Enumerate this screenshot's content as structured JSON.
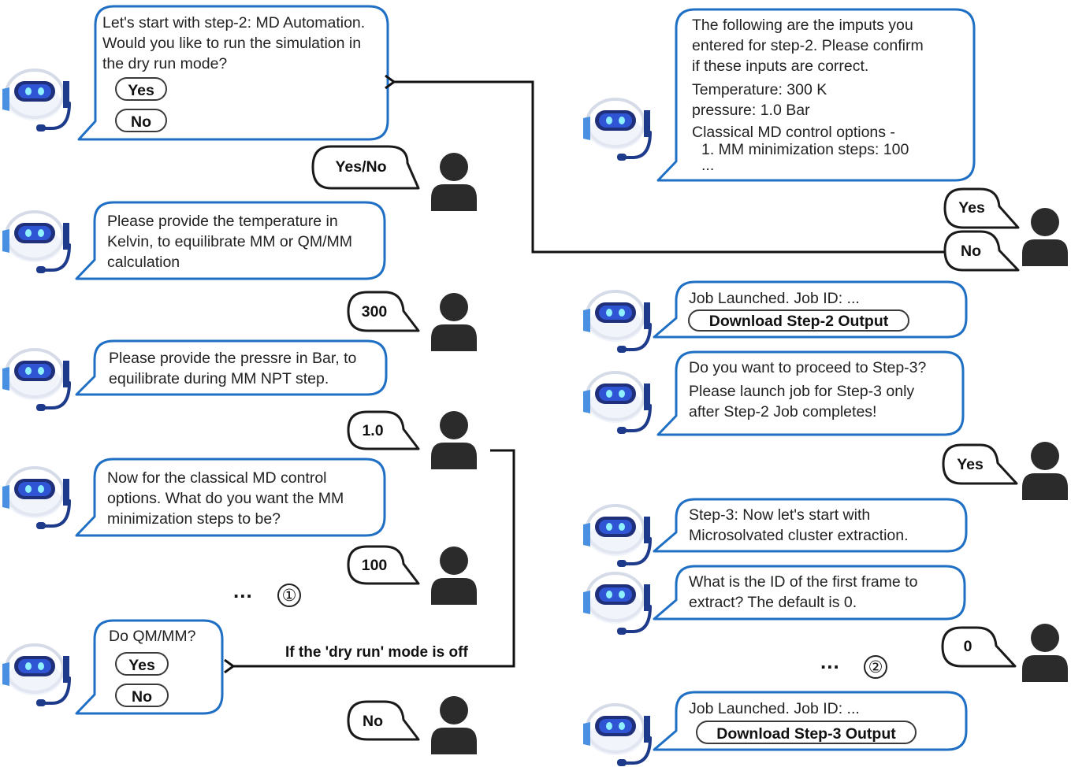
{
  "colors": {
    "bot_bubble_border": "#1f6fc5",
    "user_bubble_border": "#1a1a1a",
    "arrow": "#111111",
    "user_icon": "#2b2b2b"
  },
  "bot_messages": {
    "m1": {
      "lines": [
        "Let's start with step-2: MD Automation.",
        "Would you like to run the simulation in",
        "the dry run mode?"
      ],
      "buttons": [
        "Yes",
        "No"
      ]
    },
    "m2": {
      "lines": [
        "Please provide the temperature in",
        "Kelvin, to equilibrate MM or QM/MM",
        "calculation"
      ]
    },
    "m3": {
      "lines": [
        "Please provide the pressre in Bar, to",
        "equilibrate during MM NPT step."
      ]
    },
    "m4": {
      "lines": [
        "Now for the classical MD control",
        "options. What do you want the MM",
        "minimization steps to be?"
      ]
    },
    "m5": {
      "lines": [
        "Do QM/MM?"
      ],
      "buttons": [
        "Yes",
        "No"
      ]
    },
    "r1": {
      "lines": [
        "The following are the imputs you",
        "entered for step-2. Please confirm",
        "if these inputs are correct.",
        "Temperature: 300 K",
        "pressure: 1.0 Bar",
        "Classical MD control options -",
        "1. MM minimization steps: 100",
        "..."
      ]
    },
    "r2": {
      "lines": [
        "Job Launched. Job ID: ..."
      ],
      "buttons": [
        "Download Step-2 Output"
      ]
    },
    "r3": {
      "lines": [
        "Do you want to proceed to Step-3?",
        "Please launch job for Step-3 only",
        "after Step-2 Job completes!"
      ]
    },
    "r4": {
      "lines": [
        "Step-3: Now let's start with",
        "Microsolvated cluster extraction."
      ]
    },
    "r5": {
      "lines": [
        "What is the ID of the first frame to",
        "extract? The default is 0."
      ]
    },
    "r6": {
      "lines": [
        "Job Launched. Job ID: ..."
      ],
      "buttons": [
        "Download Step-3 Output"
      ]
    }
  },
  "user_messages": {
    "u1": "Yes/No",
    "u2": "300",
    "u3": "1.0",
    "u4": "100",
    "u5": "No",
    "u6": "Yes",
    "u7": "No",
    "u8": "Yes",
    "u9": "0"
  },
  "flow": {
    "dry_run_off_label": "If the 'dry run' mode is off",
    "ellipsis": "...",
    "step_marker_1": "①",
    "step_marker_2": "②"
  }
}
